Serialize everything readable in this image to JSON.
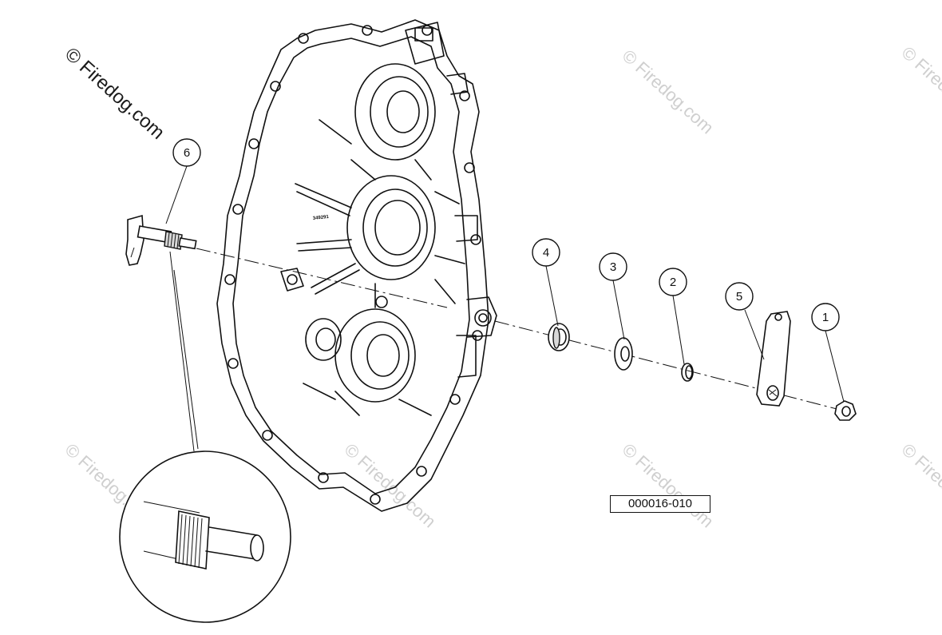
{
  "watermarks": {
    "main": "© Firedog.com",
    "faint": "© Firedog.com"
  },
  "casting_mark": "349291",
  "figure_id": "000016-010",
  "callouts": [
    {
      "number": "1",
      "part": "nut"
    },
    {
      "number": "2",
      "part": "retaining-ring"
    },
    {
      "number": "3",
      "part": "washer"
    },
    {
      "number": "4",
      "part": "seal"
    },
    {
      "number": "5",
      "part": "shift-arm"
    },
    {
      "number": "6",
      "part": "shift-shaft"
    }
  ]
}
